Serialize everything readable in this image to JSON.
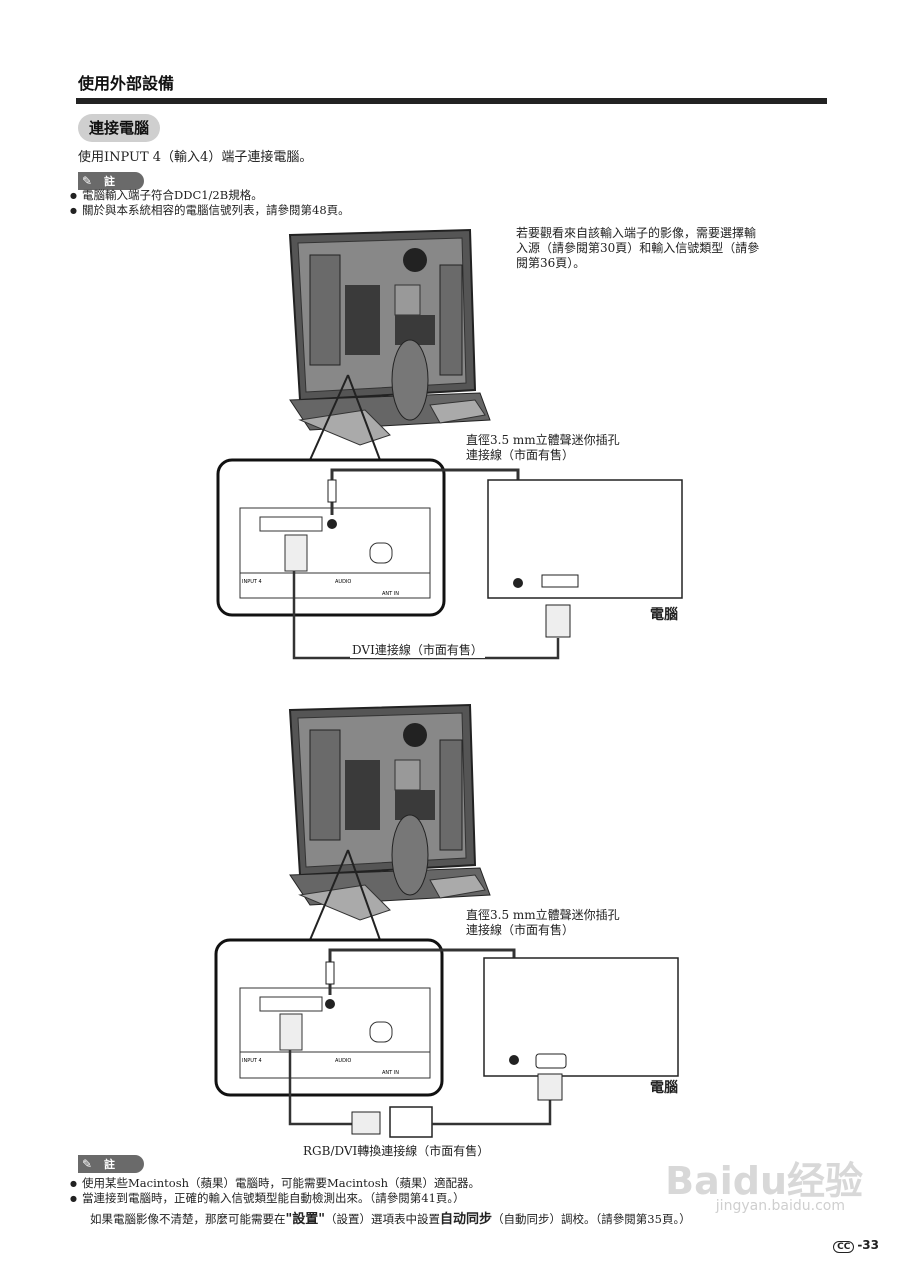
{
  "header": {
    "section_title": "使用外部設備"
  },
  "section": {
    "title": "連接電腦",
    "intro": "使用INPUT 4（輸入4）端子連接電腦。"
  },
  "note1": {
    "tag": "註",
    "items": [
      "電腦輸入端子符合DDC1/2B規格。",
      "關於與本系統相容的電腦信號列表，請參閱第48頁。"
    ]
  },
  "side_note": "若要觀看來自該輸入端子的影像，需要選擇輸入源（請參閱第30頁）和輸入信號類型（請參閱第36頁）。",
  "diagram1": {
    "audio_cable_line1": "直徑3.5  mm立體聲迷你插孔",
    "audio_cable_line2": "連接線（市面有售）",
    "pc_label": "電腦",
    "dvi_cable": "DVI連接線（市面有售）",
    "panel": {
      "input4": "INPUT 4",
      "audio": "AUDIO",
      "ant_in": "ANT IN"
    }
  },
  "diagram2": {
    "audio_cable_line1": "直徑3.5  mm立體聲迷你插孔",
    "audio_cable_line2": "連接線（市面有售）",
    "pc_label": "電腦",
    "rgb_cable": "RGB/DVI轉換連接線（市面有售）",
    "panel": {
      "input4": "INPUT 4",
      "audio": "AUDIO",
      "ant_in": "ANT IN"
    }
  },
  "note2": {
    "tag": "註",
    "items": [
      "使用某些Macintosh（蘋果）電腦時，可能需要Macintosh（蘋果）適配器。",
      "當連接到電腦時，正確的輸入信號類型能自動檢測出來。（請參閱第41頁。）"
    ],
    "last_pre": "如果電腦影像不清楚，那麼可能需要在",
    "last_b1": "\"設置\"",
    "last_mid": "（設置）選項表中設置",
    "last_b2": "自动同步",
    "last_post": "（自動同步）調校。（請參閱第35頁。）"
  },
  "footer": {
    "page_icon": "CC",
    "page_number": "-33"
  },
  "watermark": {
    "brand": "Baidu经验",
    "url": "jingyan.baidu.com"
  }
}
